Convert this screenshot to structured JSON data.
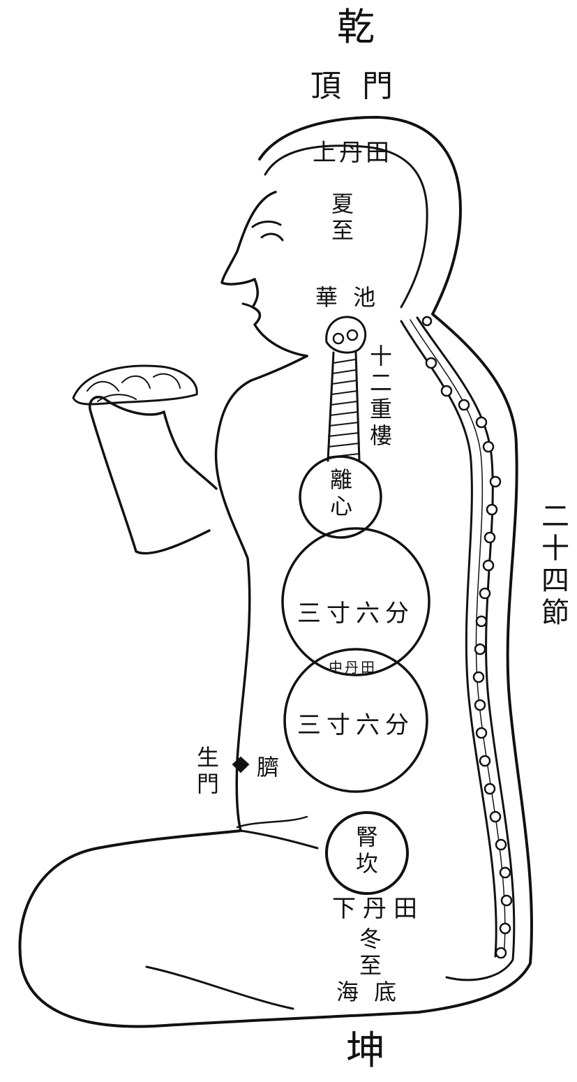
{
  "labels": {
    "qian": "乾",
    "dingmen": "頂 門",
    "shang_dantian": "上丹田",
    "xiazhi": "夏至",
    "huachi": "華 池",
    "twelve_storey": "十二重樓",
    "li_xin": "離心",
    "spine_24": "二十四節",
    "upper_circle": "三寸六分",
    "zhong_dantian": "中丹田",
    "lower_circle": "三寸六分",
    "shengmen": "生門",
    "navel": "臍",
    "shen_kan": "腎坎",
    "xia_dantian": "下丹田",
    "dongzhi": "冬至",
    "haidi": "海 底",
    "kun": "坤"
  }
}
